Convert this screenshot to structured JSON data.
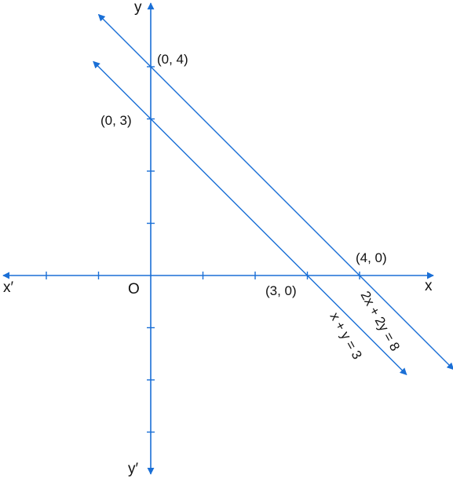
{
  "axes": {
    "x_label": "x",
    "x_neg_label": "x′",
    "y_label": "y",
    "y_neg_label": "y′",
    "origin_label": "O",
    "xlim": [
      -2.8,
      5.4
    ],
    "ylim": [
      -3.8,
      5.1
    ],
    "x_ticks": [
      -2,
      -1,
      1,
      2,
      3,
      4
    ],
    "y_ticks": [
      -3,
      -2,
      -1,
      1,
      2,
      3,
      4
    ],
    "color": "#1a6fd6"
  },
  "lines": [
    {
      "equation": "2x + 2y = 8",
      "x_intercept": 4,
      "y_intercept": 4,
      "x_intercept_label": "(4, 0)",
      "y_intercept_label": "(0, 4)",
      "x_range": [
        -1,
        5.8
      ],
      "color": "#1a6fd6"
    },
    {
      "equation": "x + y = 3",
      "x_intercept": 3,
      "y_intercept": 3,
      "x_intercept_label": "(3, 0)",
      "y_intercept_label": "(0, 3)",
      "x_range": [
        -1.1,
        4.9
      ],
      "color": "#1a6fd6"
    }
  ]
}
